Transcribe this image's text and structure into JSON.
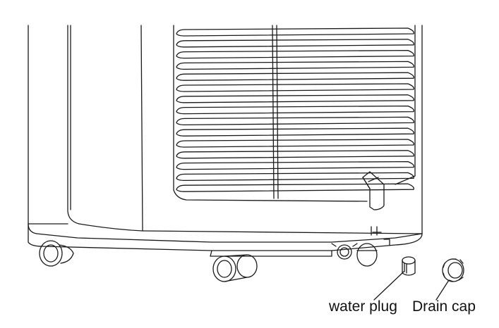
{
  "labels": {
    "water_plug": "water plug",
    "drain_cap": "Drain cap"
  },
  "colors": {
    "line": "#1a1a1a",
    "background": "#ffffff"
  },
  "icons": {
    "unit": "portable-air-conditioner-illustration",
    "plug": "water-plug-icon",
    "cap": "drain-cap-icon"
  }
}
